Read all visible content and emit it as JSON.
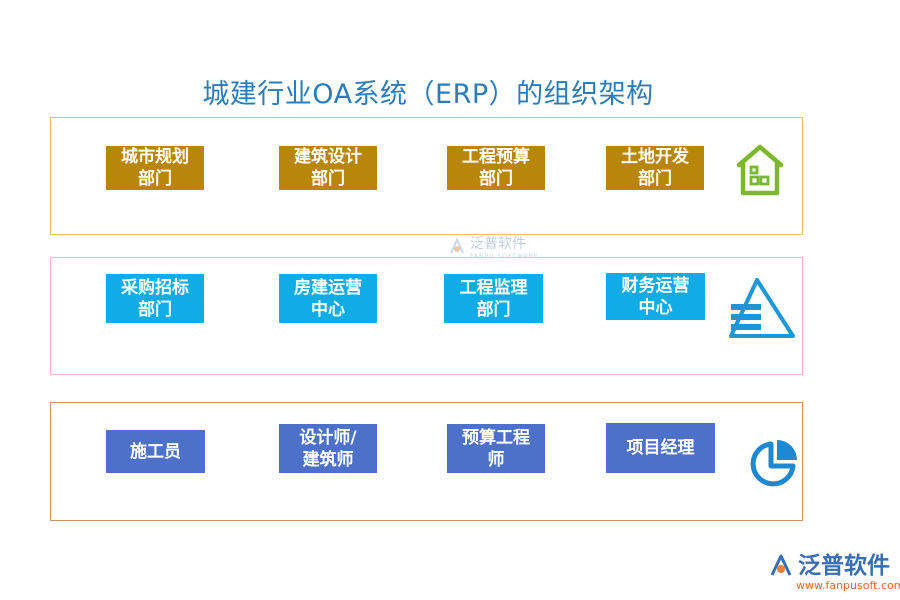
{
  "title": "城建行业OA系统（ERP）的组织架构",
  "rows": [
    {
      "color": "#b8860b",
      "icon": "house-icon",
      "boxes": [
        "城市规划\n部门",
        "建筑设计\n部门",
        "工程预算\n部门",
        "土地开发\n部门"
      ]
    },
    {
      "color": "#11abe6",
      "icon": "pyramid-icon",
      "boxes": [
        "采购招标\n部门",
        "房建运营\n中心",
        "工程监理\n部门",
        "财务运营\n中心"
      ]
    },
    {
      "color": "#4d71c9",
      "icon": "pie-chart-icon",
      "boxes": [
        "施工员",
        "设计师/\n建筑师",
        "预算工程\n师",
        "项目经理"
      ]
    }
  ],
  "watermark": {
    "text": "泛普软件",
    "sub": "FANPU SOFTWARE"
  },
  "brand": {
    "name": "泛普软件",
    "url": "www.fanpusoft.com"
  }
}
